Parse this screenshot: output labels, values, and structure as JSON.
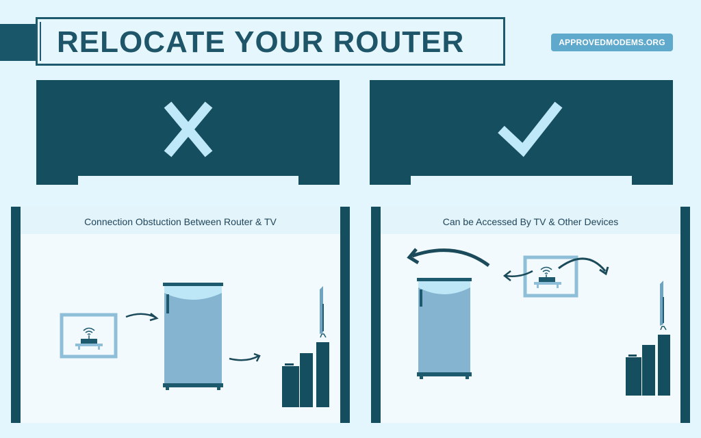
{
  "header": {
    "title": "RELOCATE YOUR ROUTER",
    "site_badge": "APPROVEDMODEMS.ORG"
  },
  "verdicts": [
    {
      "icon": "cross-icon",
      "meaning": "wrong"
    },
    {
      "icon": "check-icon",
      "meaning": "right"
    }
  ],
  "panels": [
    {
      "caption": "Connection Obstuction Between Router & TV",
      "items": [
        "router-on-shelf",
        "refrigerator",
        "tv-on-cabinets"
      ]
    },
    {
      "caption": "Can be Accessed By TV & Other Devices",
      "items": [
        "refrigerator",
        "router-on-shelf",
        "tv-on-cabinets"
      ]
    }
  ],
  "colors": {
    "background": "#e3f5fd",
    "dark_teal": "#154e5e",
    "title_text": "#1f5568",
    "badge": "#5fa9cd",
    "icon_light": "#bfe8f8",
    "fridge_body": "#84b4d0",
    "fridge_top": "#bde6f7",
    "frame": "#8fbfd8",
    "panel_bg": "#f3fafe"
  }
}
